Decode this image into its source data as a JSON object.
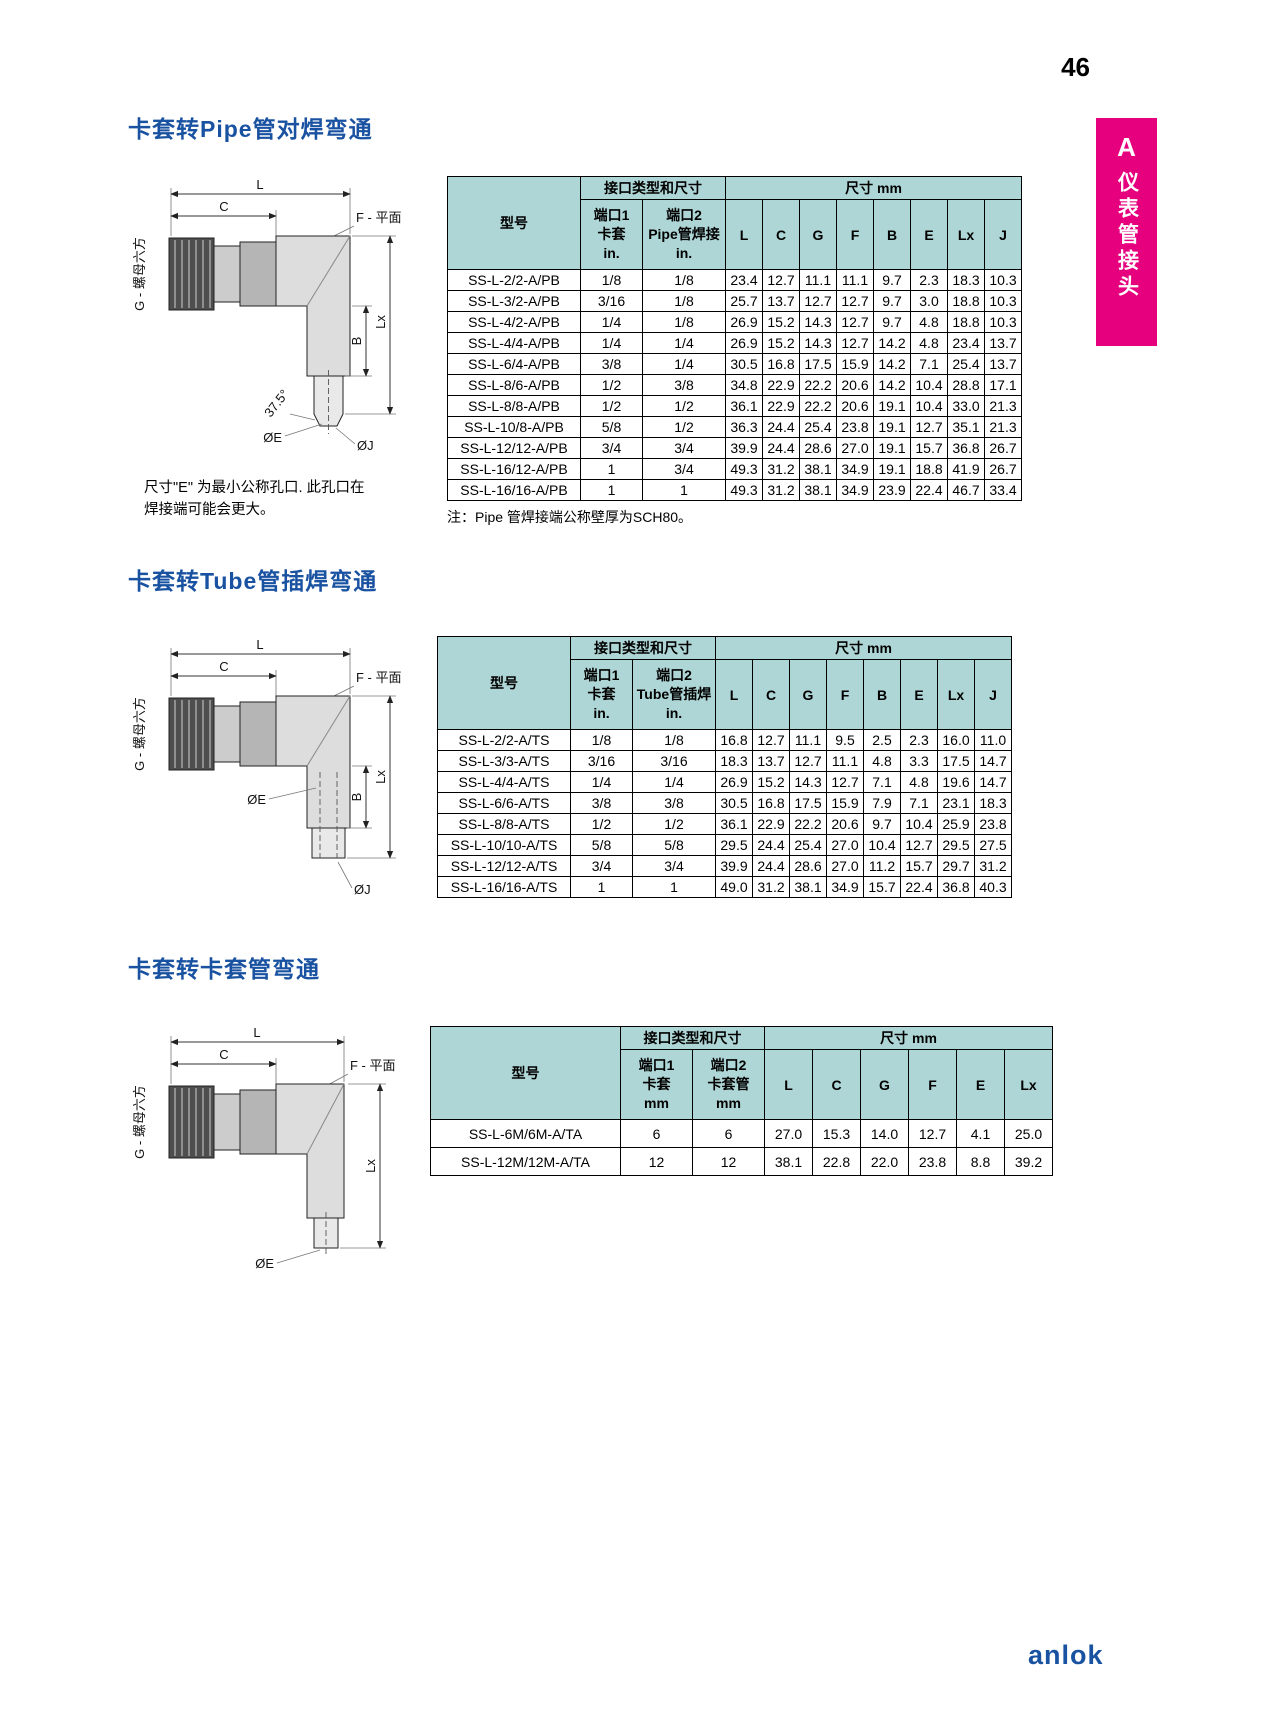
{
  "page": {
    "number": "46",
    "brand": "anlok"
  },
  "side_tab": {
    "letter": "A",
    "label": "仪表管接头"
  },
  "colors": {
    "accent_blue": "#1a52a2",
    "header_teal": "#aed6d6",
    "tab_pink": "#e6007e"
  },
  "sections": [
    {
      "title": "卡套转Pipe管对焊弯通",
      "drawing": {
        "labels": {
          "L": "L",
          "C": "C",
          "F": "F - 平面",
          "G": "G - 螺母六方",
          "B": "B",
          "Lx": "Lx",
          "angle": "37.5°",
          "E": "ØE",
          "J": "ØJ"
        },
        "note": "尺寸\"E\" 为最小公称孔口. 此孔口在\n焊接端可能会更大。"
      },
      "table": {
        "group_port_header": "接口类型和尺寸",
        "group_dim_header": "尺寸 mm",
        "model_header": "型号",
        "port1_lines": [
          "端口1",
          "卡套",
          "in."
        ],
        "port2_lines": [
          "端口2",
          "Pipe管焊接",
          "in."
        ],
        "dim_headers": [
          "L",
          "C",
          "G",
          "F",
          "B",
          "E",
          "Lx",
          "J"
        ],
        "rows": [
          [
            "SS-L-2/2-A/PB",
            "1/8",
            "1/8",
            "23.4",
            "12.7",
            "11.1",
            "11.1",
            "9.7",
            "2.3",
            "18.3",
            "10.3"
          ],
          [
            "SS-L-3/2-A/PB",
            "3/16",
            "1/8",
            "25.7",
            "13.7",
            "12.7",
            "12.7",
            "9.7",
            "3.0",
            "18.8",
            "10.3"
          ],
          [
            "SS-L-4/2-A/PB",
            "1/4",
            "1/8",
            "26.9",
            "15.2",
            "14.3",
            "12.7",
            "9.7",
            "4.8",
            "18.8",
            "10.3"
          ],
          [
            "SS-L-4/4-A/PB",
            "1/4",
            "1/4",
            "26.9",
            "15.2",
            "14.3",
            "12.7",
            "14.2",
            "4.8",
            "23.4",
            "13.7"
          ],
          [
            "SS-L-6/4-A/PB",
            "3/8",
            "1/4",
            "30.5",
            "16.8",
            "17.5",
            "15.9",
            "14.2",
            "7.1",
            "25.4",
            "13.7"
          ],
          [
            "SS-L-8/6-A/PB",
            "1/2",
            "3/8",
            "34.8",
            "22.9",
            "22.2",
            "20.6",
            "14.2",
            "10.4",
            "28.8",
            "17.1"
          ],
          [
            "SS-L-8/8-A/PB",
            "1/2",
            "1/2",
            "36.1",
            "22.9",
            "22.2",
            "20.6",
            "19.1",
            "10.4",
            "33.0",
            "21.3"
          ],
          [
            "SS-L-10/8-A/PB",
            "5/8",
            "1/2",
            "36.3",
            "24.4",
            "25.4",
            "23.8",
            "19.1",
            "12.7",
            "35.1",
            "21.3"
          ],
          [
            "SS-L-12/12-A/PB",
            "3/4",
            "3/4",
            "39.9",
            "24.4",
            "28.6",
            "27.0",
            "19.1",
            "15.7",
            "36.8",
            "26.7"
          ],
          [
            "SS-L-16/12-A/PB",
            "1",
            "3/4",
            "49.3",
            "31.2",
            "38.1",
            "34.9",
            "19.1",
            "18.8",
            "41.9",
            "26.7"
          ],
          [
            "SS-L-16/16-A/PB",
            "1",
            "1",
            "49.3",
            "31.2",
            "38.1",
            "34.9",
            "23.9",
            "22.4",
            "46.7",
            "33.4"
          ]
        ]
      },
      "footnote": "注：Pipe 管焊接端公称壁厚为SCH80。"
    },
    {
      "title": "卡套转Tube管插焊弯通",
      "drawing": {
        "labels": {
          "L": "L",
          "C": "C",
          "F": "F - 平面",
          "G": "G - 螺母六方",
          "B": "B",
          "Lx": "Lx",
          "E": "ØE",
          "J": "ØJ"
        }
      },
      "table": {
        "group_port_header": "接口类型和尺寸",
        "group_dim_header": "尺寸 mm",
        "model_header": "型号",
        "port1_lines": [
          "端口1",
          "卡套",
          "in."
        ],
        "port2_lines": [
          "端口2",
          "Tube管插焊",
          "in."
        ],
        "dim_headers": [
          "L",
          "C",
          "G",
          "F",
          "B",
          "E",
          "Lx",
          "J"
        ],
        "rows": [
          [
            "SS-L-2/2-A/TS",
            "1/8",
            "1/8",
            "16.8",
            "12.7",
            "11.1",
            "9.5",
            "2.5",
            "2.3",
            "16.0",
            "11.0"
          ],
          [
            "SS-L-3/3-A/TS",
            "3/16",
            "3/16",
            "18.3",
            "13.7",
            "12.7",
            "11.1",
            "4.8",
            "3.3",
            "17.5",
            "14.7"
          ],
          [
            "SS-L-4/4-A/TS",
            "1/4",
            "1/4",
            "26.9",
            "15.2",
            "14.3",
            "12.7",
            "7.1",
            "4.8",
            "19.6",
            "14.7"
          ],
          [
            "SS-L-6/6-A/TS",
            "3/8",
            "3/8",
            "30.5",
            "16.8",
            "17.5",
            "15.9",
            "7.9",
            "7.1",
            "23.1",
            "18.3"
          ],
          [
            "SS-L-8/8-A/TS",
            "1/2",
            "1/2",
            "36.1",
            "22.9",
            "22.2",
            "20.6",
            "9.7",
            "10.4",
            "25.9",
            "23.8"
          ],
          [
            "SS-L-10/10-A/TS",
            "5/8",
            "5/8",
            "29.5",
            "24.4",
            "25.4",
            "27.0",
            "10.4",
            "12.7",
            "29.5",
            "27.5"
          ],
          [
            "SS-L-12/12-A/TS",
            "3/4",
            "3/4",
            "39.9",
            "24.4",
            "28.6",
            "27.0",
            "11.2",
            "15.7",
            "29.7",
            "31.2"
          ],
          [
            "SS-L-16/16-A/TS",
            "1",
            "1",
            "49.0",
            "31.2",
            "38.1",
            "34.9",
            "15.7",
            "22.4",
            "36.8",
            "40.3"
          ]
        ]
      }
    },
    {
      "title": "卡套转卡套管弯通",
      "drawing": {
        "labels": {
          "L": "L",
          "C": "C",
          "F": "F - 平面",
          "G": "G - 螺母六方",
          "Lx": "Lx",
          "E": "ØE"
        }
      },
      "table": {
        "group_port_header": "接口类型和尺寸",
        "group_dim_header": "尺寸 mm",
        "model_header": "型号",
        "port1_lines": [
          "端口1",
          "卡套",
          "mm"
        ],
        "port2_lines": [
          "端口2",
          "卡套管",
          "mm"
        ],
        "dim_headers": [
          "L",
          "C",
          "G",
          "F",
          "E",
          "Lx"
        ],
        "rows": [
          [
            "SS-L-6M/6M-A/TA",
            "6",
            "6",
            "27.0",
            "15.3",
            "14.0",
            "12.7",
            "4.1",
            "25.0"
          ],
          [
            "SS-L-12M/12M-A/TA",
            "12",
            "12",
            "38.1",
            "22.8",
            "22.0",
            "23.8",
            "8.8",
            "39.2"
          ]
        ]
      }
    }
  ]
}
